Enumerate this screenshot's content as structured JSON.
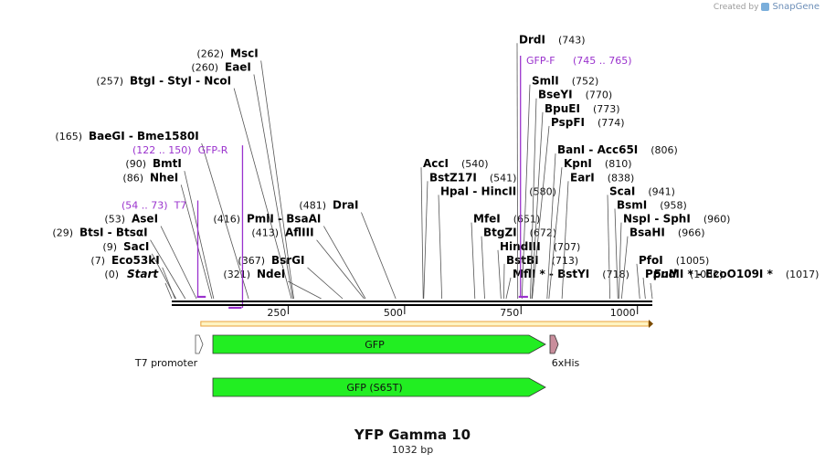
{
  "credit": {
    "prefix": "Created by",
    "brand": "SnapGene"
  },
  "plasmid": {
    "name": "YFP Gamma 10",
    "length": "1032 bp",
    "length_bp": 1032
  },
  "sites": [
    {
      "name": "Eco53kI",
      "pos": "(7)",
      "bp": 7
    },
    {
      "name": "SacI",
      "pos": "(9)",
      "bp": 9
    },
    {
      "name": "BtsI - BtsαI",
      "pos": "(29)",
      "bp": 29
    },
    {
      "name": "AseI",
      "pos": "(53)",
      "bp": 53
    },
    {
      "name": "NheI",
      "pos": "(86)",
      "bp": 86
    },
    {
      "name": "BmtI",
      "pos": "(90)",
      "bp": 90
    },
    {
      "name": "BaeGI - Bme1580I",
      "pos": "(165)",
      "bp": 165
    },
    {
      "name": "BtgI - StyI - NcoI",
      "pos": "(257)",
      "bp": 257
    },
    {
      "name": "EaeI",
      "pos": "(260)",
      "bp": 260
    },
    {
      "name": "MscI",
      "pos": "(262)",
      "bp": 262
    },
    {
      "name": "NdeI",
      "pos": "(321)",
      "bp": 321
    },
    {
      "name": "BsrGI",
      "pos": "(367)",
      "bp": 367
    },
    {
      "name": "AflIII",
      "pos": "(413)",
      "bp": 413
    },
    {
      "name": "PmlI - BsaAI",
      "pos": "(416)",
      "bp": 416
    },
    {
      "name": "DraI",
      "pos": "(481)",
      "bp": 481
    },
    {
      "name": "AccI",
      "pos": "(540)",
      "bp": 540
    },
    {
      "name": "BstZ17I",
      "pos": "(541)",
      "bp": 541
    },
    {
      "name": "HpaI - HincII",
      "pos": "(580)",
      "bp": 580
    },
    {
      "name": "MfeI",
      "pos": "(651)",
      "bp": 651
    },
    {
      "name": "BtgZI",
      "pos": "(672)",
      "bp": 672
    },
    {
      "name": "HindIII",
      "pos": "(707)",
      "bp": 707
    },
    {
      "name": "BstBI",
      "pos": "(713)",
      "bp": 713
    },
    {
      "name": "MflI * - BstYI",
      "pos": "(718)",
      "bp": 718
    },
    {
      "name": "DrdI",
      "pos": "(743)",
      "bp": 743
    },
    {
      "name": "SmlI",
      "pos": "(752)",
      "bp": 752
    },
    {
      "name": "BseYI",
      "pos": "(770)",
      "bp": 770
    },
    {
      "name": "BpuEI",
      "pos": "(773)",
      "bp": 773
    },
    {
      "name": "PspFI",
      "pos": "(774)",
      "bp": 774
    },
    {
      "name": "BanI - Acc65I",
      "pos": "(806)",
      "bp": 806
    },
    {
      "name": "KpnI",
      "pos": "(810)",
      "bp": 810
    },
    {
      "name": "EarI",
      "pos": "(838)",
      "bp": 838
    },
    {
      "name": "ScaI",
      "pos": "(941)",
      "bp": 941
    },
    {
      "name": "BsmI",
      "pos": "(958)",
      "bp": 958
    },
    {
      "name": "NspI - SphI",
      "pos": "(960)",
      "bp": 960
    },
    {
      "name": "BsaHI",
      "pos": "(966)",
      "bp": 966
    },
    {
      "name": "PfoI",
      "pos": "(1005)",
      "bp": 1005
    },
    {
      "name": "PpuMI * - EcoO109I *",
      "pos": "(1017)",
      "bp": 1017
    }
  ],
  "ends": [
    {
      "name": "Start",
      "pos": "(0)",
      "bp": 0
    },
    {
      "name": "End",
      "pos": "(1032)",
      "bp": 1032
    }
  ],
  "primers": [
    {
      "name": "T7",
      "range": "(54 .. 73)",
      "from": 54,
      "to": 73
    },
    {
      "name": "GFP-R",
      "range": "(122 .. 150)",
      "from": 122,
      "to": 150
    },
    {
      "name": "GFP-F",
      "range": "(745 .. 765)",
      "from": 745,
      "to": 765
    }
  ],
  "ruler": {
    "ticks": [
      250,
      500,
      750,
      1000
    ]
  },
  "features": [
    {
      "name": "T7 promoter",
      "from": 53,
      "to": 71,
      "color": "#ffffff",
      "label_below": true
    },
    {
      "name": "GFP",
      "from": 86,
      "to": 805,
      "color": "#22ee22",
      "label_below": false
    },
    {
      "name": "6xHis",
      "from": 810,
      "to": 827,
      "color": "#c98e9c",
      "label_below": true
    },
    {
      "name": "GFP (S65T)",
      "from": 86,
      "to": 805,
      "color": "#22ee22",
      "label_below": false
    }
  ],
  "orf": {
    "from": 86,
    "to": 1032,
    "color": "#e8a23c",
    "fill": "#fff4c2"
  },
  "colors": {
    "primer": "#9a32cd",
    "site_line": "#555555",
    "backbone": "#000000"
  }
}
